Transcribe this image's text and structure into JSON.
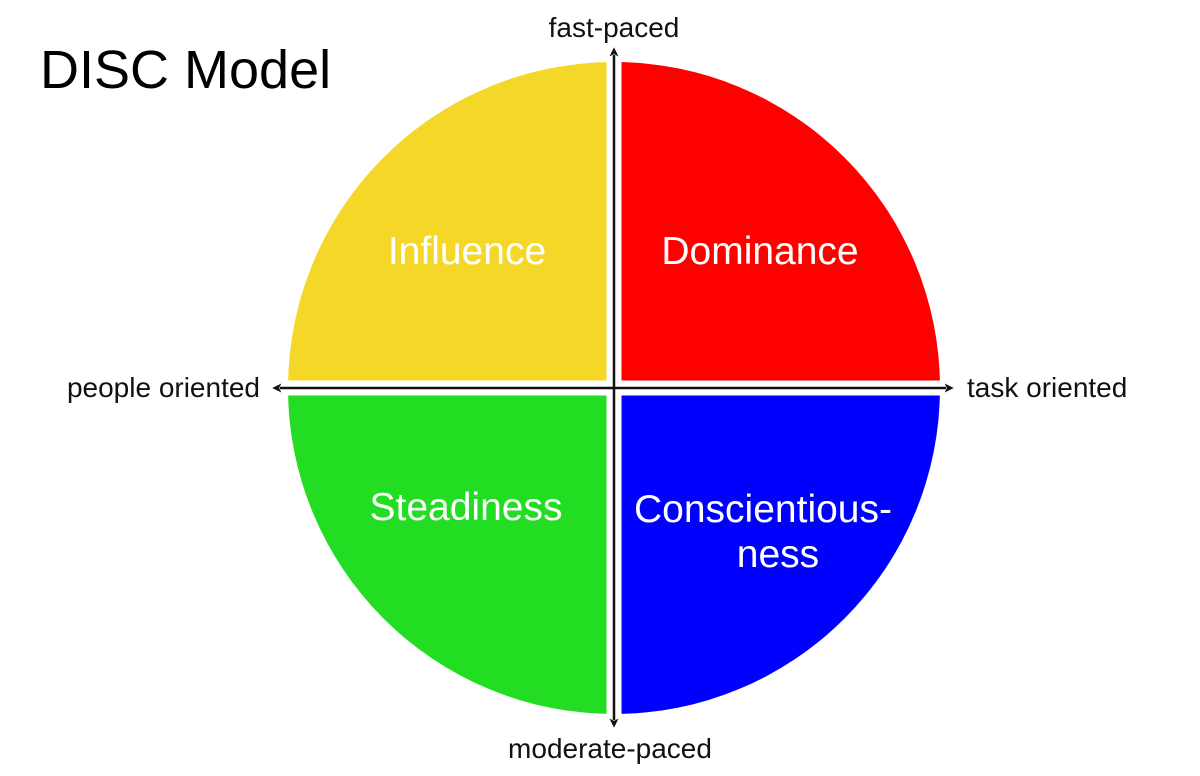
{
  "title": "DISC Model",
  "axes": {
    "top_label": "fast-paced",
    "bottom_label": "moderate-paced",
    "left_label": "people oriented",
    "right_label": "task oriented",
    "line_color": "#1a1a1a"
  },
  "quadrants": [
    {
      "name": "influence",
      "position": "top-left",
      "label": "Influence",
      "color": "#F5D827"
    },
    {
      "name": "dominance",
      "position": "top-right",
      "label": "Dominance",
      "color": "#FF0000"
    },
    {
      "name": "steadiness",
      "position": "bottom-left",
      "label": "Steadiness",
      "color": "#22DD22"
    },
    {
      "name": "conscientiousness",
      "position": "bottom-right",
      "label": "Conscientious-ness",
      "label_line1": "Conscientious-",
      "label_line2": "ness",
      "color": "#0000FF"
    }
  ],
  "label_text_color": "#ffffff",
  "background_color": "#ffffff"
}
